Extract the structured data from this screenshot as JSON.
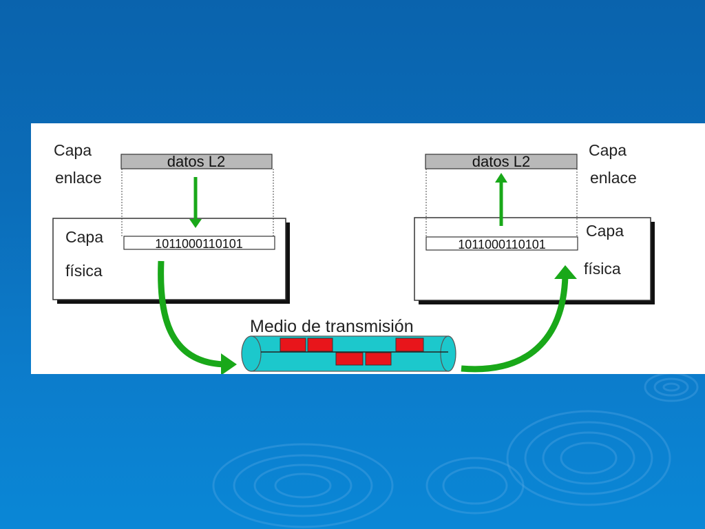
{
  "diagram": {
    "left_stack": {
      "link_layer_line1": "Capa",
      "link_layer_line2": "enlace",
      "physical_layer_line1": "Capa",
      "physical_layer_line2": "física",
      "frame_label": "datos L2",
      "bits": "101100011010​1"
    },
    "right_stack": {
      "link_layer_line1": "Capa",
      "link_layer_line2": "enlace",
      "physical_layer_line1": "Capa",
      "physical_layer_line2": "física",
      "frame_label": "datos L2",
      "bits": "101100011010​1"
    },
    "medium": {
      "label": "Medio de transmisión"
    }
  },
  "colors": {
    "arrow": "#19a819",
    "tube_fill": "#1cc8cc",
    "signal_block": "#e8151b",
    "frame_header": "#b9b9b9",
    "shadow": "#111111"
  }
}
